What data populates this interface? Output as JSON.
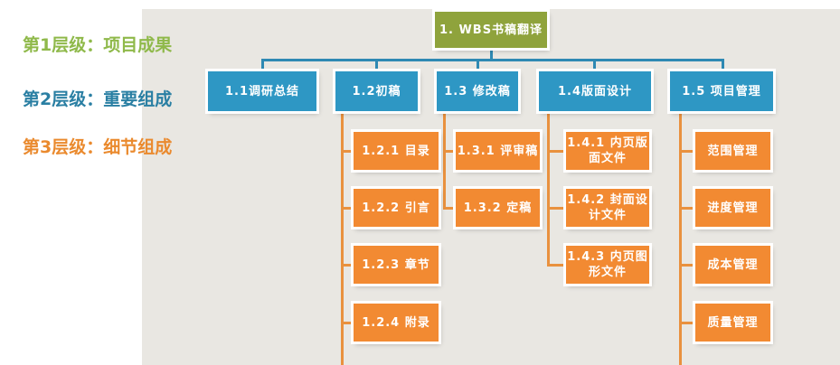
{
  "legend": [
    {
      "text": "第1层级：项目成果",
      "color": "#8fb94a"
    },
    {
      "text": "第2层级：重要组成",
      "color": "#2a7fa3"
    },
    {
      "text": "第3层级：细节组成",
      "color": "#ea8a2e"
    }
  ],
  "root": "1. WBS书稿翻译",
  "level2": [
    "1.1调研总结",
    "1.2初稿",
    "1.3 修改稿",
    "1.4版面设计",
    "1.5 项目管理"
  ],
  "level3": {
    "c12": [
      "1.2.1 目录",
      "1.2.2 引言",
      "1.2.3 章节",
      "1.2.4 附录"
    ],
    "c13": [
      "1.3.1 评审稿",
      "1.3.2 定稿"
    ],
    "c14": [
      "1.4.1 内页版面文件",
      "1.4.2 封面设计文件",
      "1.4.3 内页图形文件"
    ],
    "c15": [
      "范围管理",
      "进度管理",
      "成本管理",
      "质量管理"
    ]
  }
}
